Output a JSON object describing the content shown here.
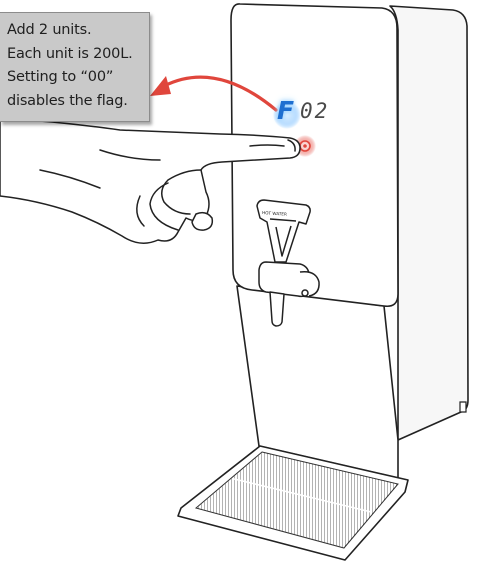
{
  "callout": {
    "lines": [
      "Add 2 units.",
      "Each unit is 200L.",
      "Setting to “00”",
      "disables the flag."
    ]
  },
  "display": {
    "flag_letter": "F",
    "digits": "02"
  },
  "colors": {
    "arrow": "#e0463c",
    "button_glow": "#e0463c",
    "flag_glow": "#3aa0ff",
    "callout_bg": "#c9c9c9"
  }
}
